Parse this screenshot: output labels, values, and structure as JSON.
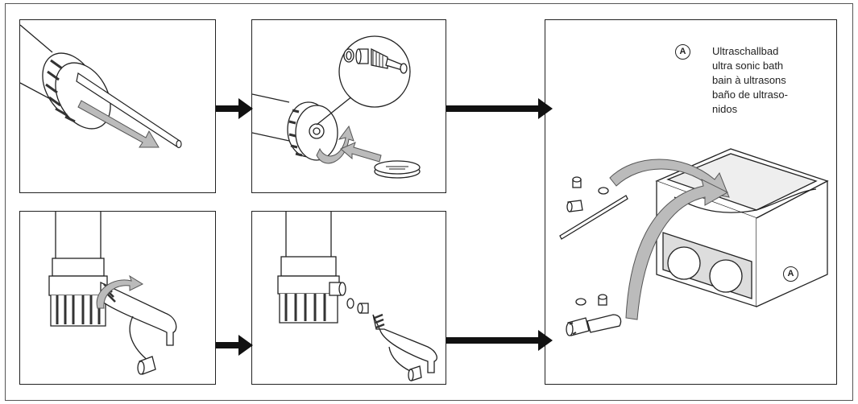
{
  "legend": {
    "marker": "A",
    "lines": [
      "Ultraschallbad",
      "ultra sonic bath",
      "bain à ultrasons",
      "baño de ultraso-",
      "nidos"
    ]
  },
  "bath_marker": "A",
  "colors": {
    "line": "#222222",
    "fill": "#ffffff",
    "shade": "#cfcfcf",
    "dark": "#111111"
  },
  "icons": [
    "cylinder-icon",
    "piston-rod-icon",
    "valve-parts-icon",
    "coin-icon",
    "rotate-arrow-icon",
    "discharge-tube-icon",
    "cap-icon",
    "ultrasonic-bath-icon",
    "arrow-icon"
  ]
}
